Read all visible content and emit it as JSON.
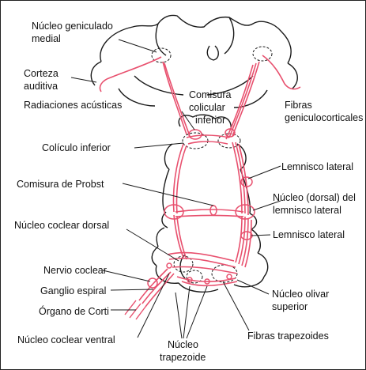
{
  "colors": {
    "pathway": "#e8506e",
    "outline": "#1a1a1a"
  },
  "labels": {
    "nucleo_geniculado": [
      "Núcleo geniculado",
      "medial"
    ],
    "corteza_auditiva": [
      "Corteza",
      "auditiva"
    ],
    "radiaciones": "Radiaciones acústicas",
    "comisura_colicular": [
      "Comisura",
      "colicular",
      "inferior"
    ],
    "fibras_geniculo": [
      "Fibras",
      "geniculocorticales"
    ],
    "coliculo_inferior": "Colículo inferior",
    "lemnisco_lateral_1": "Lemnisco lateral",
    "comisura_probst": "Comisura de Probst",
    "nucleo_dorsal_lemnisco": [
      "Núcleo (dorsal) del",
      "lemnisco lateral"
    ],
    "nucleo_coclear_dorsal": "Núcleo coclear dorsal",
    "lemnisco_lateral_2": "Lemnisco lateral",
    "nervio_coclear": "Nervio coclear",
    "ganglio_espiral": "Ganglio espiral",
    "organo_corti": "Órgano de Corti",
    "nucleo_olivar": [
      "Núcleo olivar",
      "superior"
    ],
    "nucleo_coclear_ventral": "Núcleo coclear ventral",
    "fibras_trapezoides": "Fibras trapezoides",
    "nucleo_trapezoide": [
      "Núcleo",
      "trapezoide"
    ]
  }
}
